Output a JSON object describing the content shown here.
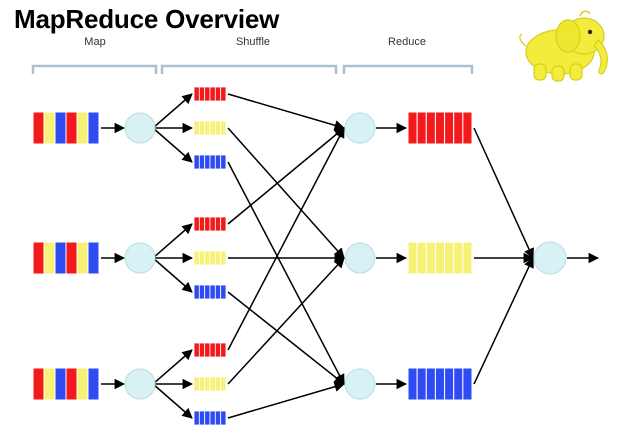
{
  "title": "MapReduce Overview",
  "phases": {
    "map": "Map",
    "shuffle": "Shuffle",
    "reduce": "Reduce"
  },
  "colors": {
    "red": "#f21a1a",
    "yellow": "#f7f277",
    "blue": "#2e4cf2",
    "node_fill": "#d8f1f5",
    "node_stroke": "#b7dce3",
    "bracket": "#a8c2cf",
    "arrow": "#000000",
    "mascot": "#f3ec3c"
  },
  "logo": {
    "icon": "hadoop-elephant-icon"
  },
  "input_splits": [
    {
      "stripes": [
        "red",
        "yellow",
        "blue",
        "red",
        "yellow",
        "blue"
      ]
    },
    {
      "stripes": [
        "red",
        "yellow",
        "blue",
        "red",
        "yellow",
        "blue"
      ]
    },
    {
      "stripes": [
        "red",
        "yellow",
        "blue",
        "red",
        "yellow",
        "blue"
      ]
    }
  ],
  "map_partition_colors": [
    "red",
    "yellow",
    "blue"
  ],
  "reducers": [
    {
      "key": "red"
    },
    {
      "key": "yellow"
    },
    {
      "key": "blue"
    }
  ]
}
